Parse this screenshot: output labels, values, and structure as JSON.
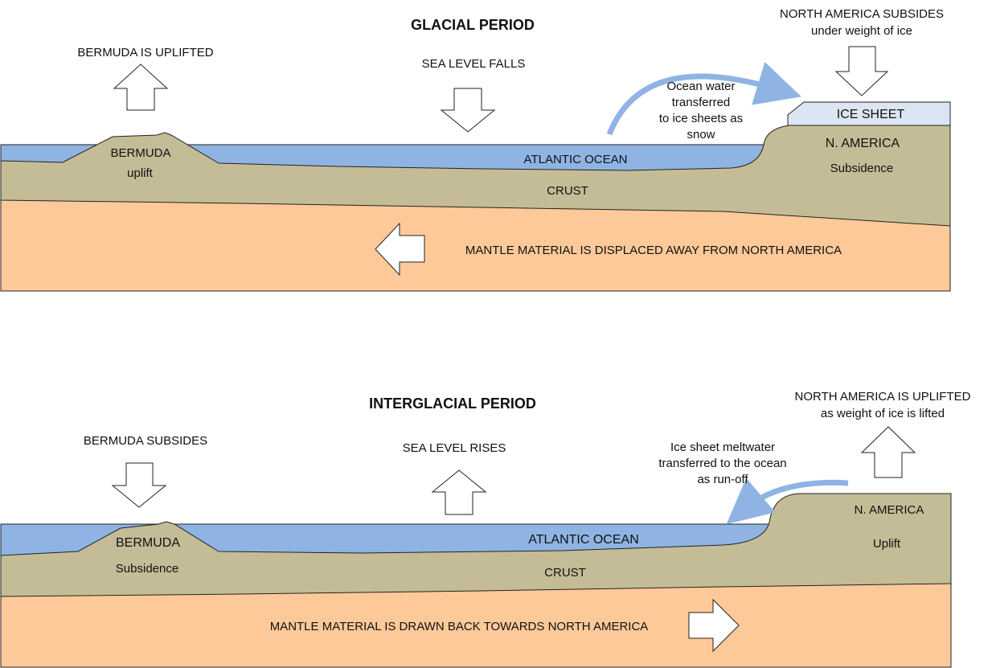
{
  "colors": {
    "ocean": "#8fb4e3",
    "crust": "#c4bc96",
    "mantle": "#fdc999",
    "ice": "#dce6f2",
    "flow_arrow": "#8fb4e3",
    "outline": "#222222"
  },
  "glacial": {
    "title": "GLACIAL PERIOD",
    "bermuda_note": "BERMUDA IS UPLIFTED",
    "sea_level_note": "SEA LEVEL FALLS",
    "na_note_line1": "NORTH AMERICA SUBSIDES",
    "na_note_line2": "under weight of ice",
    "transfer_line1": "Ocean water",
    "transfer_line2": "transferred",
    "transfer_line3": "to ice sheets as",
    "transfer_line4": "snow",
    "ice_sheet": "ICE SHEET",
    "bermuda_label": "BERMUDA",
    "bermuda_sub": "uplift",
    "ocean_label": "ATLANTIC OCEAN",
    "crust_label": "CRUST",
    "na_label": "N. AMERICA",
    "na_sub": "Subsidence",
    "mantle_label": "MANTLE MATERIAL IS DISPLACED AWAY FROM NORTH AMERICA"
  },
  "interglacial": {
    "title": "INTERGLACIAL PERIOD",
    "bermuda_note": "BERMUDA SUBSIDES",
    "sea_level_note": "SEA LEVEL RISES",
    "na_note_line1": "NORTH AMERICA IS UPLIFTED",
    "na_note_line2": "as weight of ice is lifted",
    "transfer_line1": "Ice sheet meltwater",
    "transfer_line2": "transferred to the ocean",
    "transfer_line3": "as run-off",
    "bermuda_label": "BERMUDA",
    "bermuda_sub": "Subsidence",
    "ocean_label": "ATLANTIC OCEAN",
    "crust_label": "CRUST",
    "na_label": "N. AMERICA",
    "na_sub": "Uplift",
    "mantle_label": "MANTLE MATERIAL IS DRAWN BACK TOWARDS NORTH AMERICA"
  }
}
